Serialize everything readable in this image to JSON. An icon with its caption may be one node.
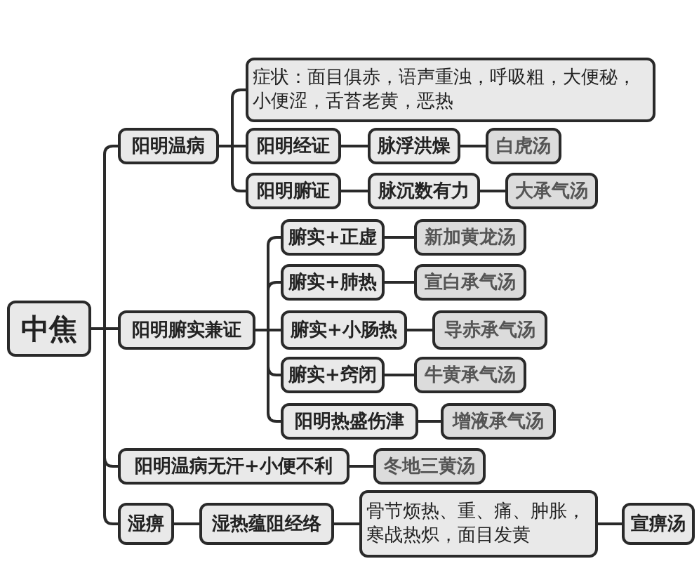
{
  "diagram": {
    "nodes": [
      {
        "text": [
          "中焦"
        ]
      },
      {
        "text": [
          "阳明温病"
        ]
      },
      {
        "text": [
          "症状：面目俱赤，语声重浊，呼吸粗，大便秘，小便涩，舌苔老黄，恶热"
        ]
      },
      {
        "text": [
          "阳明经证"
        ]
      },
      {
        "text": [
          "脉浮洪燥"
        ]
      },
      {
        "text": [
          "白虎汤"
        ]
      },
      {
        "text": [
          "阳明腑证"
        ]
      },
      {
        "text": [
          "脉沉数有力"
        ]
      },
      {
        "text": [
          "大承气汤"
        ]
      },
      {
        "text": [
          "阳明腑实兼证"
        ]
      },
      {
        "text": [
          "腑实+正虚"
        ]
      },
      {
        "text": [
          "新加黄龙汤"
        ]
      },
      {
        "text": [
          "腑实+肺热"
        ]
      },
      {
        "text": [
          "宣白承气汤"
        ]
      },
      {
        "text": [
          "腑实+小肠热"
        ]
      },
      {
        "text": [
          "导赤承气汤"
        ]
      },
      {
        "text": [
          "腑实+窍闭"
        ]
      },
      {
        "text": [
          "牛黄承气汤"
        ]
      },
      {
        "text": [
          "阳明热盛伤津"
        ]
      },
      {
        "text": [
          "增液承气汤"
        ]
      },
      {
        "text": [
          "阳明温病无汗+小便不利"
        ]
      },
      {
        "text": [
          "冬地三黄汤"
        ]
      },
      {
        "text": [
          "湿痹"
        ]
      },
      {
        "text": [
          "湿热蕴阻经络"
        ]
      },
      {
        "text": [
          "骨节烦热、重、痛、肿胀，寒战热炽，面目发黄"
        ]
      },
      {
        "text": [
          "宣痹汤"
        ]
      }
    ],
    "edges": [
      {
        "from": 0,
        "to": 1,
        "arrow": "none"
      },
      {
        "from": 0,
        "to": 9,
        "arrow": "none"
      },
      {
        "from": 0,
        "to": 20,
        "arrow": "none"
      },
      {
        "from": 0,
        "to": 22,
        "arrow": "none"
      },
      {
        "from": 1,
        "to": 2,
        "arrow": "none"
      },
      {
        "from": 1,
        "to": 3,
        "arrow": "none"
      },
      {
        "from": 1,
        "to": 6,
        "arrow": "none"
      },
      {
        "from": 3,
        "to": 4,
        "arrow": "none"
      },
      {
        "from": 4,
        "to": 5,
        "arrow": "none"
      },
      {
        "from": 6,
        "to": 7,
        "arrow": "none"
      },
      {
        "from": 7,
        "to": 8,
        "arrow": "none"
      },
      {
        "from": 9,
        "to": 10,
        "arrow": "none"
      },
      {
        "from": 9,
        "to": 12,
        "arrow": "none"
      },
      {
        "from": 9,
        "to": 14,
        "arrow": "none"
      },
      {
        "from": 9,
        "to": 16,
        "arrow": "none"
      },
      {
        "from": 9,
        "to": 18,
        "arrow": "none"
      },
      {
        "from": 10,
        "to": 11,
        "arrow": "none"
      },
      {
        "from": 12,
        "to": 13,
        "arrow": "none"
      },
      {
        "from": 14,
        "to": 15,
        "arrow": "none"
      },
      {
        "from": 16,
        "to": 17,
        "arrow": "none"
      },
      {
        "from": 18,
        "to": 19,
        "arrow": "none"
      },
      {
        "from": 20,
        "to": 21,
        "arrow": "none"
      },
      {
        "from": 22,
        "to": 23,
        "arrow": "none"
      },
      {
        "from": 23,
        "to": 24,
        "arrow": "none"
      },
      {
        "from": 24,
        "to": 25,
        "arrow": "none"
      }
    ]
  }
}
